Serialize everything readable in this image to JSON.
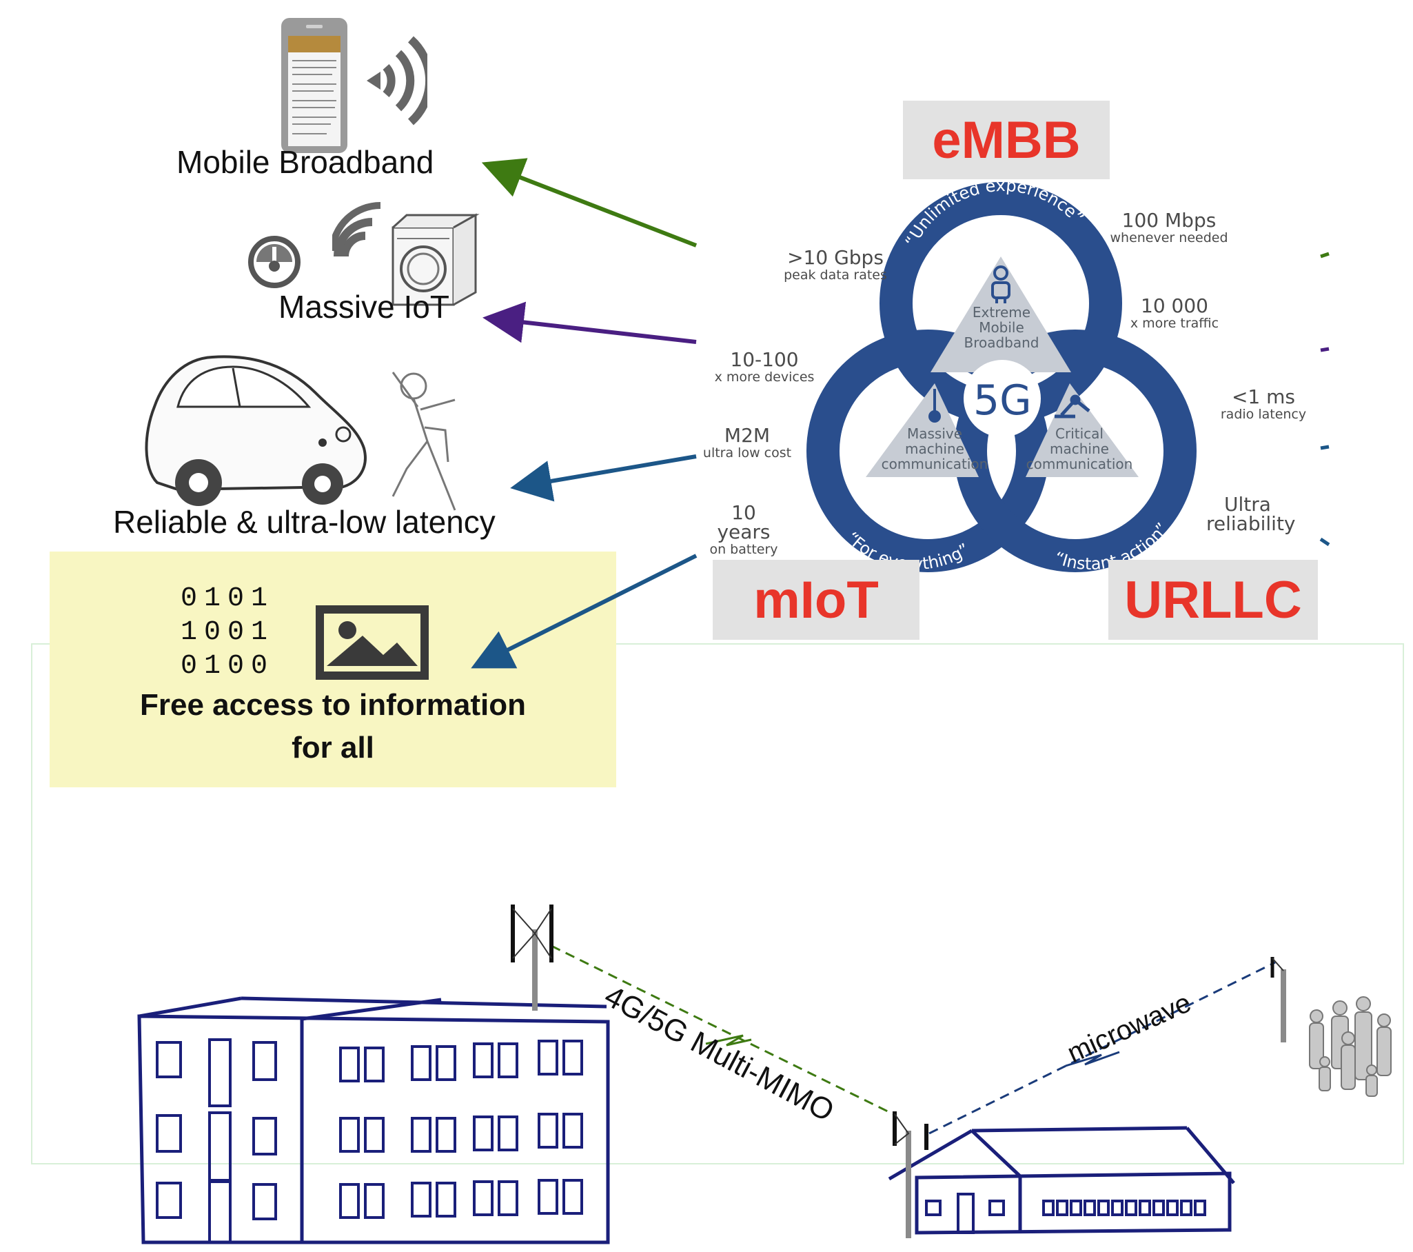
{
  "use_cases": {
    "mobile_broadband": "Mobile Broadband",
    "massive_iot": "Massive IoT",
    "reliable_latency": "Reliable & ultra-low latency",
    "free_access_line1": "Free access to information",
    "free_access_line2": "for all",
    "binary_rows": [
      "0101",
      "1001",
      "0100"
    ]
  },
  "fiveg": {
    "center": "5G",
    "tags": {
      "embb": "eMBB",
      "miot": "mIoT",
      "urllc": "URLLC"
    },
    "ring_captions": {
      "top": "“Unlimited experience”",
      "left": "“For everything”",
      "right": "“Instant action”"
    },
    "triangles": {
      "top": [
        "Extreme",
        "Mobile",
        "Broadband"
      ],
      "left": [
        "Massive",
        "machine",
        "communication"
      ],
      "right": [
        "Critical",
        "machine",
        "communication"
      ]
    },
    "stats": [
      {
        "big": ">10 Gbps",
        "small": "peak data rates"
      },
      {
        "big": "100 Mbps",
        "small": "whenever needed"
      },
      {
        "big": "10 000",
        "small": "x more traffic"
      },
      {
        "big": "10-100",
        "small": "x more devices"
      },
      {
        "big": "<1 ms",
        "small": "radio latency"
      },
      {
        "big": "M2M",
        "small": "ultra low cost"
      },
      {
        "big": "Ultra",
        "small": "reliability"
      },
      {
        "big": "10 years",
        "small": "on battery"
      }
    ]
  },
  "links": {
    "multimimo": "4G/5G Multi-MIMO",
    "microwave": "microwave"
  },
  "colors": {
    "arrow_green": "#3e7a12",
    "arrow_purple": "#4a1f82",
    "arrow_blue": "#1c5688",
    "ring_blue": "#2a4e8d",
    "tag_red": "#e8352a",
    "building_navy": "#1a1f7a",
    "yellow_box": "#f8f6c2"
  },
  "icons": [
    "smartphone-icon",
    "wifi-signal-icon",
    "gauge-icon",
    "washing-machine-icon",
    "car-icon",
    "dancing-person-icon",
    "image-icon",
    "person-icon",
    "thermometer-icon",
    "robot-arm-icon",
    "antenna-icon",
    "people-group-icon"
  ]
}
